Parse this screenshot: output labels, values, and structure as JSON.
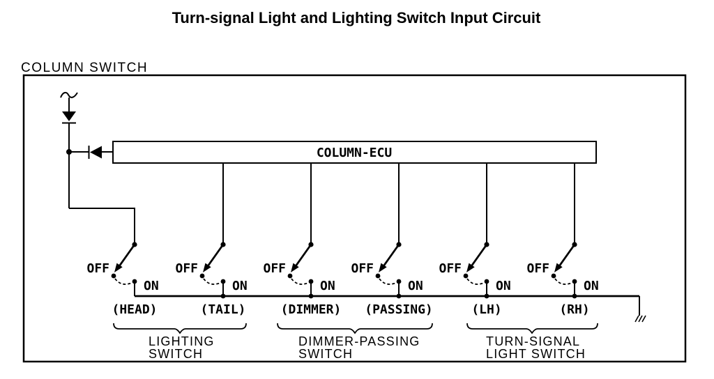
{
  "header": {
    "title": "Turn-signal Light and Lighting Switch Input Circuit"
  },
  "diagram": {
    "container_label": "COLUMN SWITCH",
    "ecu": {
      "label": "COLUMN-ECU"
    },
    "switches": [
      {
        "name": "(HEAD)",
        "off": "OFF",
        "on": "ON"
      },
      {
        "name": "(TAIL)",
        "off": "OFF",
        "on": "ON"
      },
      {
        "name": "(DIMMER)",
        "off": "OFF",
        "on": "ON"
      },
      {
        "name": "(PASSING)",
        "off": "OFF",
        "on": "ON"
      },
      {
        "name": "(LH)",
        "off": "OFF",
        "on": "ON"
      },
      {
        "name": "(RH)",
        "off": "OFF",
        "on": "ON"
      }
    ],
    "groups": [
      {
        "line1": "LIGHTING",
        "line2": "SWITCH"
      },
      {
        "line1": "DIMMER-PASSING",
        "line2": "SWITCH"
      },
      {
        "line1": "TURN-SIGNAL",
        "line2": "LIGHT SWITCH"
      }
    ],
    "colors": {
      "ink": "#000000",
      "paper": "#ffffff"
    }
  }
}
